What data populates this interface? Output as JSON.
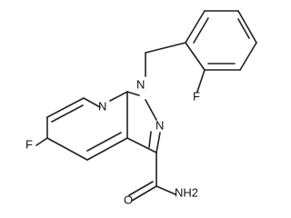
{
  "structure": {
    "atoms": {
      "pyridine_n": "N",
      "ring_n1": "N",
      "ring_n2": "N",
      "aryl_fluorine": "F",
      "ring_fluorine": "F",
      "carbonyl_oxygen": "O",
      "amide_group": "NH2"
    }
  }
}
